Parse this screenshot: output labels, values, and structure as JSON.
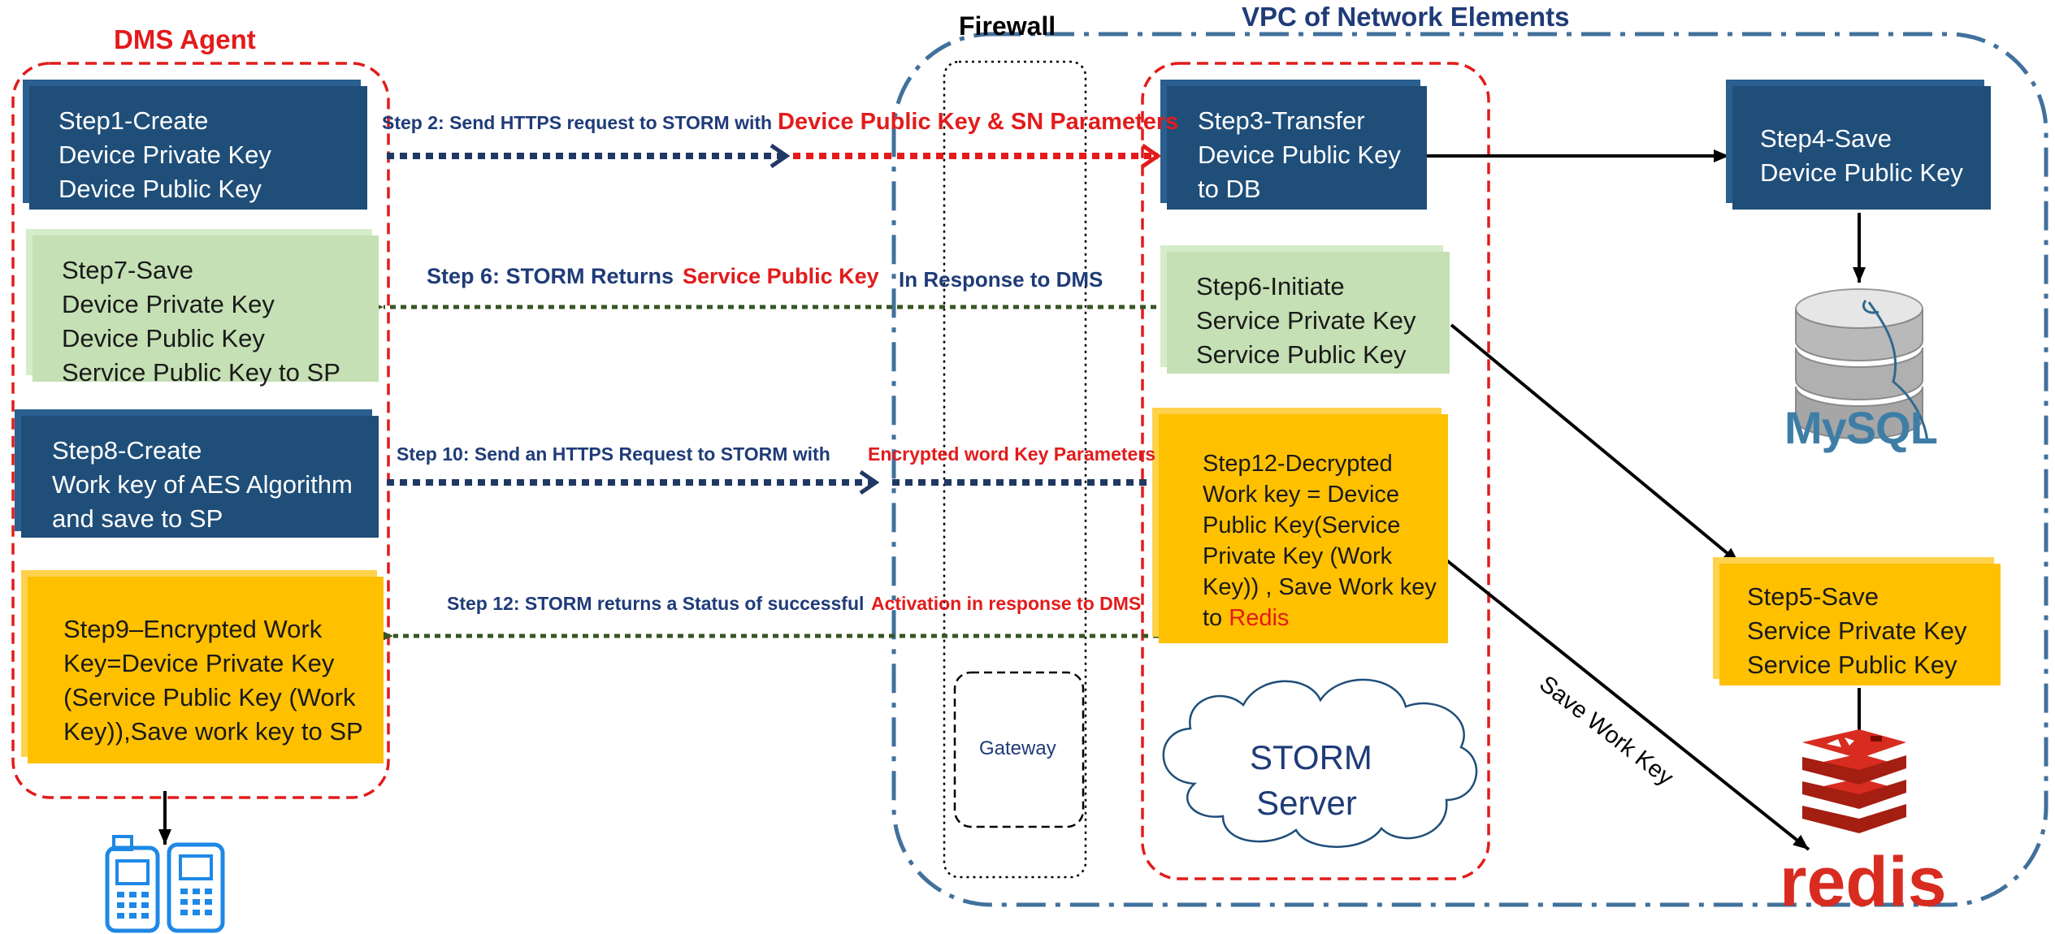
{
  "titles": {
    "agent": "DMS Agent",
    "firewall": "Firewall",
    "vpc": "VPC of Network Elements"
  },
  "steps": {
    "step1": "Step1-Create\nDevice Private Key\nDevice Public Key",
    "step7": "Step7-Save\nDevice Private Key\nDevice Public Key\nService Public Key to SP",
    "step8": "Step8-Create\nWork key of AES Algorithm\nand save to SP",
    "step9": "Step9–Encrypted Work\nKey=Device Private Key\n(Service Public Key (Work\nKey)),Save work key to SP",
    "step3": "Step3-Transfer\nDevice Public Key\nto DB",
    "step6": "Step6-Initiate\nService Private Key\nService Public Key",
    "step12_main": "Step12-Decrypted\nWork key = Device\nPublic Key(Service\nPrivate Key (Work\nKey)) , Save Work key\nto ",
    "step12_red": "Redis",
    "step4": "Step4-Save\nDevice Public Key",
    "step5": "Step5-Save\nService Private Key\nService  Public Key"
  },
  "arrows": {
    "step2_a": "Step 2: Send HTTPS request to STORM with",
    "step2_b": "Device Public Key & SN Parameters",
    "step6_a": "Step 6: STORM Returns",
    "step6_b": "Service Public Key",
    "step6_c": "In Response to DMS",
    "step10_a": "Step 10: Send an HTTPS Request to STORM with",
    "step10_b": "Encrypted word Key Parameters",
    "step12_a": "Step 12: STORM returns a Status of successful",
    "step12_b": "Activation  in response to DMS",
    "save_work_key": "Save Work Key"
  },
  "gateway": "Gateway",
  "server": "STORM\nServer",
  "mysql_logo": "MySQL",
  "redis_logo": "redis",
  "colors": {
    "navy": "#1f4e79",
    "navy_side": "#163a5c",
    "green": "#c5e0b4",
    "green_side": "#a9cf91",
    "orange": "#ffc000",
    "orange_side": "#e0a400",
    "red": "#e31b1b",
    "dark_blue_text": "#1f3b78",
    "arrow_navy": "#203864",
    "arrow_green": "#375623",
    "vpc_border": "#41719c",
    "redis_red": "#d82c20"
  }
}
